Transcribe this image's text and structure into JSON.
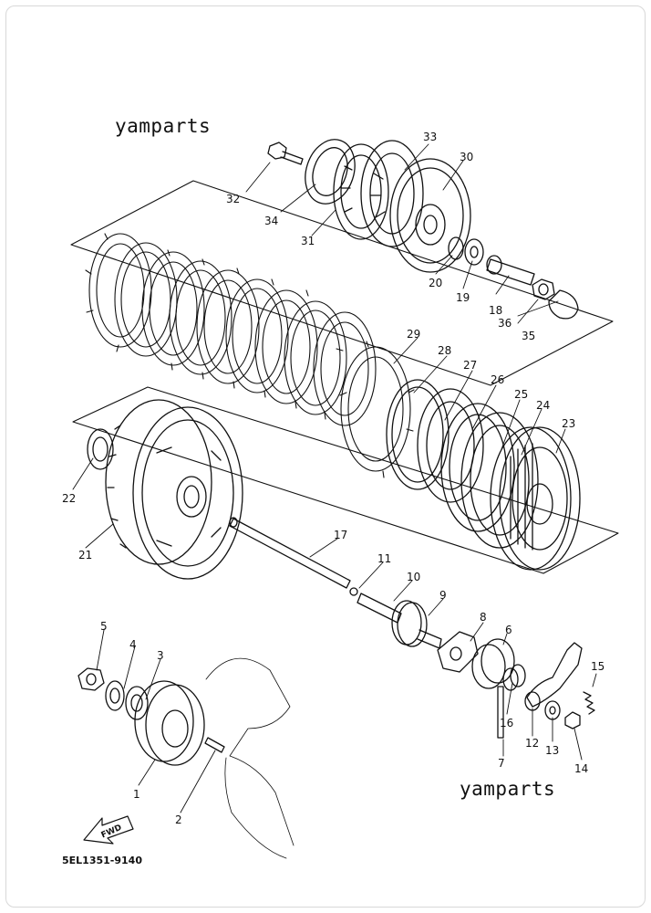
{
  "watermarks": {
    "top": "yamparts",
    "bottom": "yamparts"
  },
  "diagram_code": "5EL1351-9140",
  "fwd_label": "FWD",
  "callouts": [
    {
      "id": "c1",
      "text": "1"
    },
    {
      "id": "c2",
      "text": "2"
    },
    {
      "id": "c3",
      "text": "3"
    },
    {
      "id": "c4",
      "text": "4"
    },
    {
      "id": "c5",
      "text": "5"
    },
    {
      "id": "c6",
      "text": "6"
    },
    {
      "id": "c7",
      "text": "7"
    },
    {
      "id": "c8",
      "text": "8"
    },
    {
      "id": "c9",
      "text": "9"
    },
    {
      "id": "c10",
      "text": "10"
    },
    {
      "id": "c11",
      "text": "11"
    },
    {
      "id": "c12",
      "text": "12"
    },
    {
      "id": "c13",
      "text": "13"
    },
    {
      "id": "c14",
      "text": "14"
    },
    {
      "id": "c15",
      "text": "15"
    },
    {
      "id": "c16",
      "text": "16"
    },
    {
      "id": "c17",
      "text": "17"
    },
    {
      "id": "c18",
      "text": "18"
    },
    {
      "id": "c19",
      "text": "19"
    },
    {
      "id": "c20",
      "text": "20"
    },
    {
      "id": "c21",
      "text": "21"
    },
    {
      "id": "c22",
      "text": "22"
    },
    {
      "id": "c23",
      "text": "23"
    },
    {
      "id": "c24",
      "text": "24"
    },
    {
      "id": "c25",
      "text": "25"
    },
    {
      "id": "c26",
      "text": "26"
    },
    {
      "id": "c27",
      "text": "27"
    },
    {
      "id": "c28",
      "text": "28"
    },
    {
      "id": "c29",
      "text": "29"
    },
    {
      "id": "c30",
      "text": "30"
    },
    {
      "id": "c31",
      "text": "31"
    },
    {
      "id": "c32",
      "text": "32"
    },
    {
      "id": "c33",
      "text": "33"
    },
    {
      "id": "c34",
      "text": "34"
    },
    {
      "id": "c35",
      "text": "35"
    },
    {
      "id": "c36",
      "text": "36"
    }
  ]
}
